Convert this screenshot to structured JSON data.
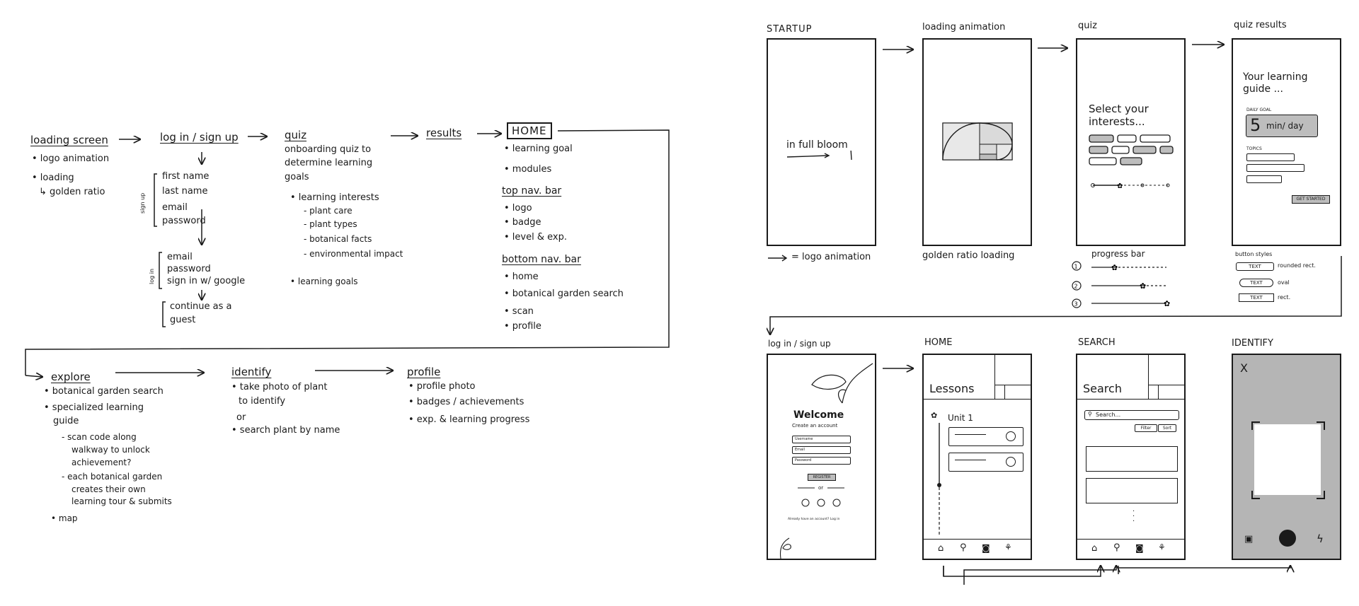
{
  "flow": {
    "loading_screen": {
      "title": "loading screen",
      "items": [
        "• logo animation",
        "• loading"
      ],
      "sub": "↳ golden ratio"
    },
    "login_signup": {
      "title": "log in / sign up",
      "signup_label": "sign up",
      "signup_fields": [
        "first name",
        "last name",
        "email",
        "password"
      ],
      "login_label": "log in",
      "login_fields": [
        "email",
        "password",
        "sign in w/ google"
      ],
      "guest": [
        "continue as a",
        "guest"
      ]
    },
    "quiz": {
      "title": "quiz",
      "description": [
        "onboarding quiz to",
        "determine learning",
        "goals"
      ],
      "interests_title": "• learning interests",
      "interests": [
        "- plant care",
        "- plant types",
        "- botanical facts",
        "- environmental impact"
      ],
      "goals": "• learning goals"
    },
    "results": {
      "title": "results"
    },
    "home": {
      "title": "HOME",
      "items": [
        "• learning goal",
        "• modules"
      ],
      "top_nav_title": "top nav. bar",
      "top_nav": [
        "• logo",
        "• badge",
        "• level & exp."
      ],
      "bottom_nav_title": "bottom nav. bar",
      "bottom_nav": [
        "• home",
        "• botanical garden search",
        "• scan",
        "• profile"
      ]
    },
    "explore": {
      "title": "explore",
      "items": [
        "• botanical garden search",
        "• specialized learning",
        "guide"
      ],
      "sub": [
        "- scan code along",
        "walkway to unlock",
        "achievement?",
        "- each botanical garden",
        "creates their own",
        "learning tour & submits"
      ],
      "map": "• map"
    },
    "identify": {
      "title": "identify",
      "items": [
        "• take photo of plant",
        "to identify",
        "or",
        "• search plant by name"
      ]
    },
    "profile": {
      "title": "profile",
      "items": [
        "• profile photo",
        "• badges / achievements",
        "• exp. & learning progress"
      ]
    }
  },
  "wireframes": {
    "startup": {
      "label": "STARTUP",
      "text": "in full bloom",
      "caption": "= logo animation"
    },
    "loading": {
      "label": "loading animation",
      "caption": "golden ratio loading"
    },
    "quiz": {
      "label": "quiz",
      "prompt": [
        "Select your",
        "interests..."
      ],
      "progress_title": "progress bar",
      "steps": [
        "1",
        "2",
        "3"
      ]
    },
    "results": {
      "label": "quiz results",
      "heading": [
        "Your learning",
        "guide ..."
      ],
      "goal_label": "DAILY GOAL",
      "goal_value": "5",
      "goal_unit": "min/ day",
      "topics_label": "TOPICS",
      "cta": "GET STARTED",
      "button_styles_title": "button styles",
      "button_text": "TEXT",
      "button_styles": [
        "rounded rect.",
        "oval",
        "rect."
      ]
    },
    "login": {
      "label": "log in / sign up",
      "welcome": "Welcome",
      "subtitle": "Create an account",
      "fields": [
        "Username",
        "Email",
        "Password"
      ],
      "register": "REGISTER",
      "or": "or",
      "already": "Already have an account? Log in"
    },
    "home": {
      "label": "HOME",
      "title": "Lessons",
      "unit": "Unit 1"
    },
    "search": {
      "label": "SEARCH",
      "title": "Search",
      "placeholder": "Search...",
      "filter": "Filter",
      "sort": "Sort"
    },
    "identify": {
      "label": "IDENTIFY",
      "close": "X"
    }
  }
}
